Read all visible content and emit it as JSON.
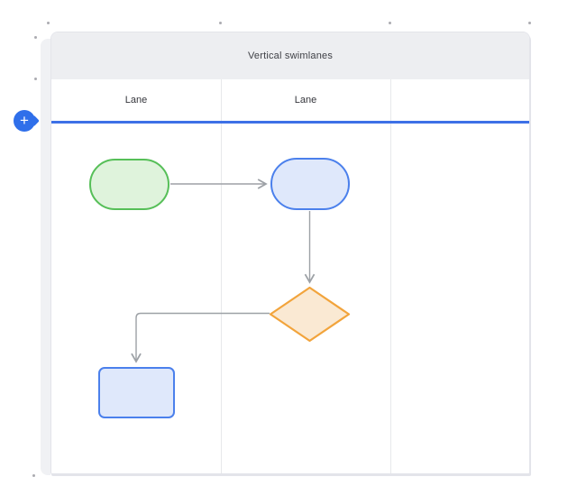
{
  "diagram": {
    "container": {
      "title": "Vertical swimlanes",
      "type": "vertical-swimlanes"
    },
    "lanes": [
      {
        "label": "Lane"
      },
      {
        "label": "Lane"
      },
      {
        "label": ""
      }
    ],
    "shapes": [
      {
        "name": "terminator-green",
        "type": "terminator",
        "lane": "lane-1",
        "label": "",
        "fill": "#dff3dc",
        "stroke": "#56bf58"
      },
      {
        "name": "terminator-blue",
        "type": "terminator",
        "lane": "lane-2",
        "label": "",
        "fill": "#dfe8fb",
        "stroke": "#4b80ec"
      },
      {
        "name": "decision-orange",
        "type": "decision",
        "lane": "lane-2",
        "label": "",
        "fill": "#fae9d3",
        "stroke": "#f2a43c"
      },
      {
        "name": "process-blue",
        "type": "process",
        "lane": "lane-1",
        "label": "",
        "fill": "#dfe8fb",
        "stroke": "#4b80ec"
      }
    ],
    "connectors": [
      {
        "from": "terminator-green",
        "to": "terminator-blue",
        "style": "straight-arrow"
      },
      {
        "from": "terminator-blue",
        "to": "decision-orange",
        "style": "straight-arrow"
      },
      {
        "from": "decision-orange",
        "to": "process-blue",
        "style": "elbow-arrow"
      }
    ],
    "add_button": {
      "icon": "plus-icon",
      "glyph": "+"
    },
    "colors": {
      "accent_blue": "#3d70e6",
      "header_bg": "#edeef1",
      "lane_divider": "#e7e8eb",
      "connector_gray": "#9da1a6",
      "container_border": "#e3e4ea",
      "add_button_blue": "#2f6fea"
    }
  }
}
